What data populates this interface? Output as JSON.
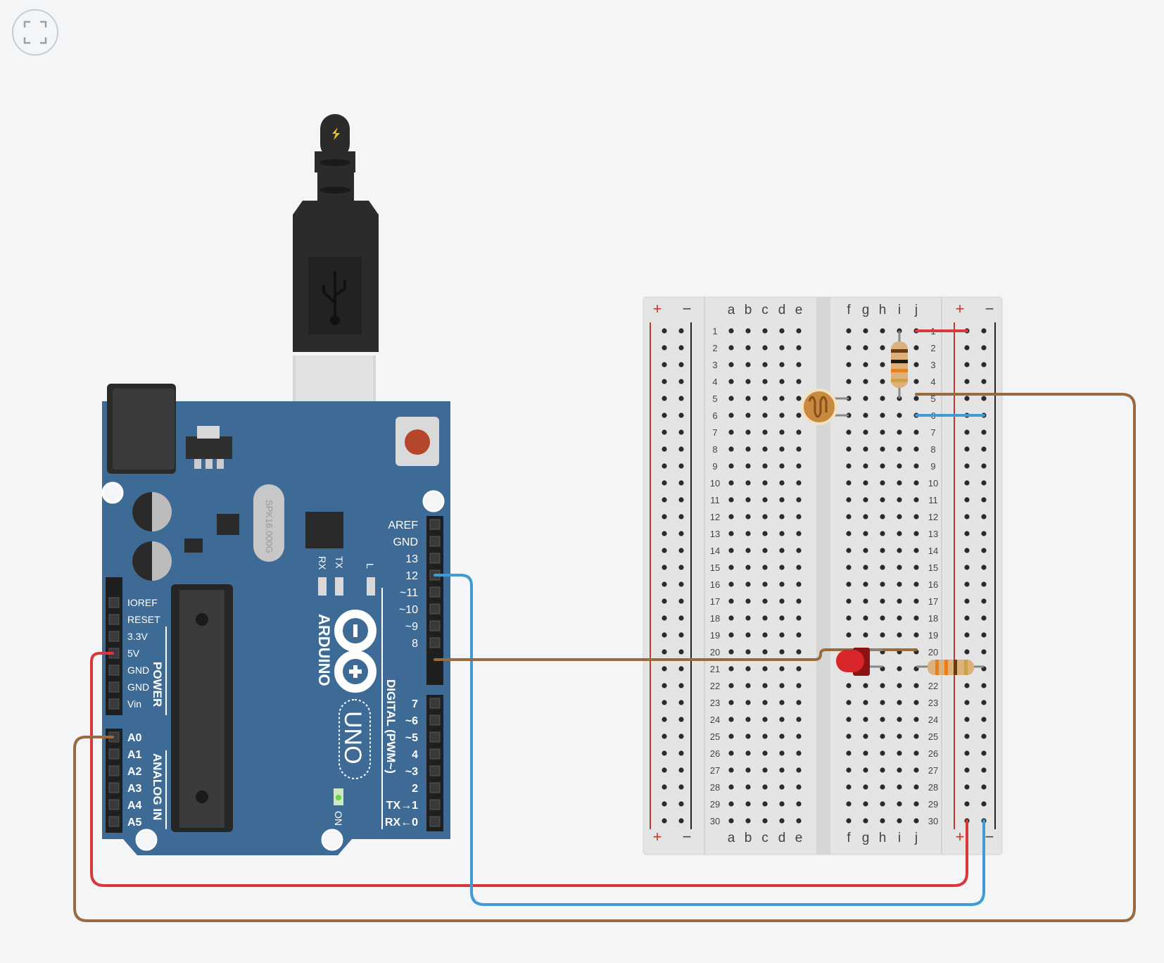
{
  "toolbar": {
    "fit_icon": "fit-to-view-icon"
  },
  "colors": {
    "background": "#f4f5f7",
    "arduino_board": "#3e6b95",
    "breadboard": "#e3e3e3",
    "wire_red": "#d8383b",
    "wire_blue": "#3d9bd6",
    "wire_brown": "#9a6a3f",
    "led_red": "#d8262a"
  },
  "arduino": {
    "brand": "ARDUINO",
    "model": "UNO",
    "crystal_label": "SPK16.000G",
    "on_label": "ON",
    "rx_label": "RX",
    "tx_label": "TX",
    "l_label": "L",
    "power_header_label": "POWER",
    "analog_header_label": "ANALOG IN",
    "digital_header_label": "DIGITAL (PWM~)",
    "power_pins": [
      "IOREF",
      "RESET",
      "3.3V",
      "5V",
      "GND",
      "GND",
      "Vin"
    ],
    "analog_pins": [
      "A0",
      "A1",
      "A2",
      "A3",
      "A4",
      "A5"
    ],
    "digital_pins_top": [
      "AREF",
      "GND",
      "13",
      "12",
      "~11",
      "~10",
      "~9",
      "8"
    ],
    "digital_pins_bottom": [
      "7",
      "~6",
      "~5",
      "4",
      "~3",
      "2",
      "TX→1",
      "RX←0"
    ]
  },
  "breadboard": {
    "columns_left": [
      "a",
      "b",
      "c",
      "d",
      "e"
    ],
    "columns_right": [
      "f",
      "g",
      "h",
      "i",
      "j"
    ],
    "rail_plus": "+",
    "rail_minus": "−",
    "rows": [
      "1",
      "2",
      "3",
      "4",
      "5",
      "6",
      "7",
      "8",
      "9",
      "10",
      "11",
      "12",
      "13",
      "14",
      "15",
      "16",
      "17",
      "18",
      "19",
      "20",
      "21",
      "22",
      "23",
      "24",
      "25",
      "26",
      "27",
      "28",
      "29",
      "30"
    ]
  },
  "components": [
    "usb-cable",
    "arduino-uno",
    "breadboard",
    "photoresistor",
    "resistor-top",
    "led-red",
    "resistor-bottom"
  ]
}
